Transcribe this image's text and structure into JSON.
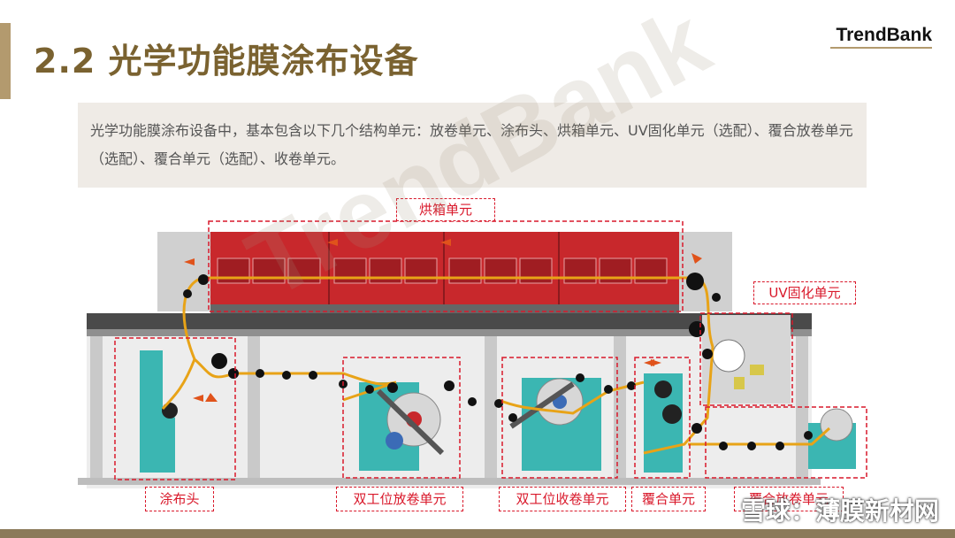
{
  "header": {
    "title": "2.2 光学功能膜涂布设备",
    "logo": "TrendBank"
  },
  "intro": {
    "text": "光学功能膜涂布设备中，基本包含以下几个结构单元：放卷单元、涂布头、烘箱单元、UV固化单元（选配）、覆合放卷单元（选配）、覆合单元（选配）、收卷单元。"
  },
  "diagram": {
    "labels": {
      "oven": "烘箱单元",
      "uv": "UV固化单元",
      "coating_head": "涂布头",
      "dual_unwind": "双工位放卷单元",
      "dual_rewind": "双工位收卷单元",
      "laminate": "覆合单元",
      "laminate_unwind": "覆合放卷单元"
    },
    "watermark": "TrendBank",
    "colors": {
      "callout": "#d9192b",
      "oven": "#c8282c",
      "machine": "#3bb6b2",
      "web_path": "#e8a317",
      "frame": "#c9c9c9",
      "beam": "#4a4a4a"
    }
  },
  "footer": {
    "watermark": "雪球：薄膜新材网",
    "color": "#8b7a5a"
  }
}
